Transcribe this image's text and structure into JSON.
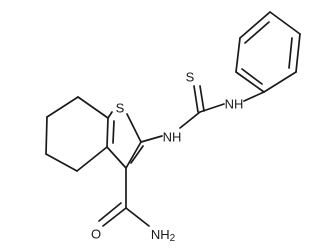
{
  "molecule": {
    "labels": {
      "ring_sulfur": "S",
      "thione_sulfur": "S",
      "thioamide_nh_right": "NH",
      "thioamide_nh_left": "NH",
      "carbonyl_oxygen": "O",
      "amide_nh2": "NH",
      "amide_nh2_subscript": "2"
    }
  }
}
